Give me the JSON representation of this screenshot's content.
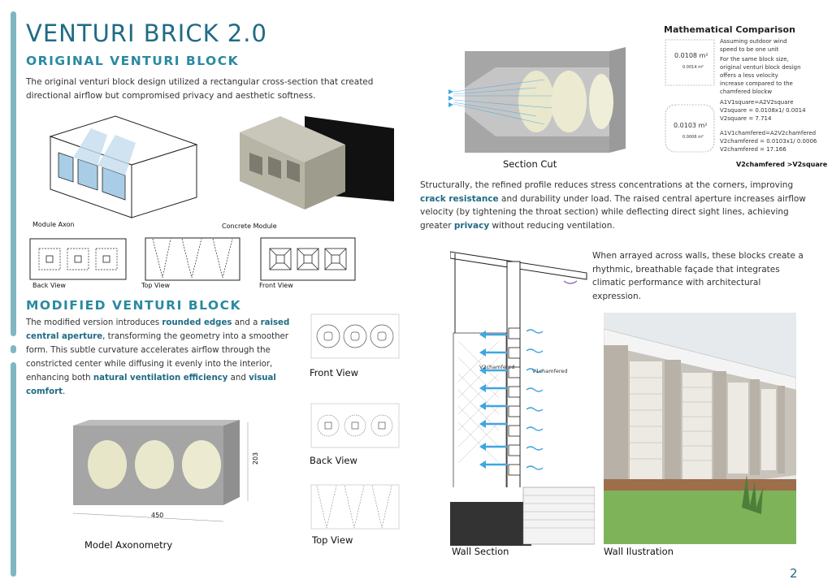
{
  "page": {
    "title": "VENTURI BRICK 2.0",
    "page_number": "2"
  },
  "original": {
    "heading": "ORIGINAL VENTURI BLOCK",
    "description": "The original venturi block design utilized a rectangular cross-section that created directional airflow but compromised privacy and aesthetic softness.",
    "labels": {
      "module_axon": "Module Axon",
      "concrete_module": "Concrete Module",
      "back_view": "Back View",
      "top_view": "Top View",
      "front_view": "Front View"
    }
  },
  "modified": {
    "heading": "MODIFIED VENTURI BLOCK",
    "text_1": "The modified version introduces ",
    "hl_1": "rounded edges",
    "text_2": " and a ",
    "hl_2": "raised central aperture",
    "text_3": ", transforming the geometry into a smoother form. This subtle curvature accelerates airflow through the constricted center while diffusing it evenly into the interior, enhancing both ",
    "hl_3": "natural ventilation efficiency",
    "text_4": " and ",
    "hl_4": "visual comfort",
    "text_5": ".",
    "labels": {
      "front_view": "Front View",
      "back_view": "Back View",
      "top_view": "Top View",
      "model_axonometry": "Model Axonometry",
      "dim_height": "203",
      "dim_width": "450"
    }
  },
  "section_cut": {
    "label": "Section Cut"
  },
  "math": {
    "heading": "Mathematical Comparison",
    "note_1": "Assuming outdoor wind speed to be one unit",
    "note_2": "For the same block size, original venturi block design offers a less velocity increase compared to the chamfered blockw",
    "area_square": "0.0108 m²",
    "area_square_small": "0.0014 m²",
    "area_chamfered": "0.0103 m²",
    "area_chamfered_small": "0.0006 m²",
    "eq_1": "A1V1square=A2V2square",
    "eq_2": "V2square = 0.0108x1/ 0.0014",
    "eq_3": "V2square = 7.714",
    "eq_4": "A1V1chamfered=A2V2chamfered",
    "eq_5": "V2chamfered = 0.0103x1/ 0.0006",
    "eq_6": "V2chamfered = 17.166",
    "result": "V2chamfered >V2square"
  },
  "structural": {
    "text_1": "Structurally, the refined profile reduces stress concentrations at the corners, improving ",
    "hl_1": "crack resistance",
    "text_2": " and durability under load. The raised central aperture increases airflow velocity (by tightening the throat section) while deflecting direct sight lines, achieving greater ",
    "hl_2": "privacy",
    "text_3": " without reducing ventilation."
  },
  "array_text": "When arrayed across walls, these blocks create a rhythmic, breathable façade that integrates climatic performance with architectural expression.",
  "wall_section": {
    "label": "Wall Section",
    "v2_label": "V2chamfered",
    "v1_label": "V1chamfered"
  },
  "wall_illustration": {
    "label": "Wall Ilustration"
  },
  "colors": {
    "accent": "#1f6b84",
    "heading": "#2a8aa0",
    "arrow": "#3fa6e0",
    "sidebar": "#7fb6c2"
  }
}
